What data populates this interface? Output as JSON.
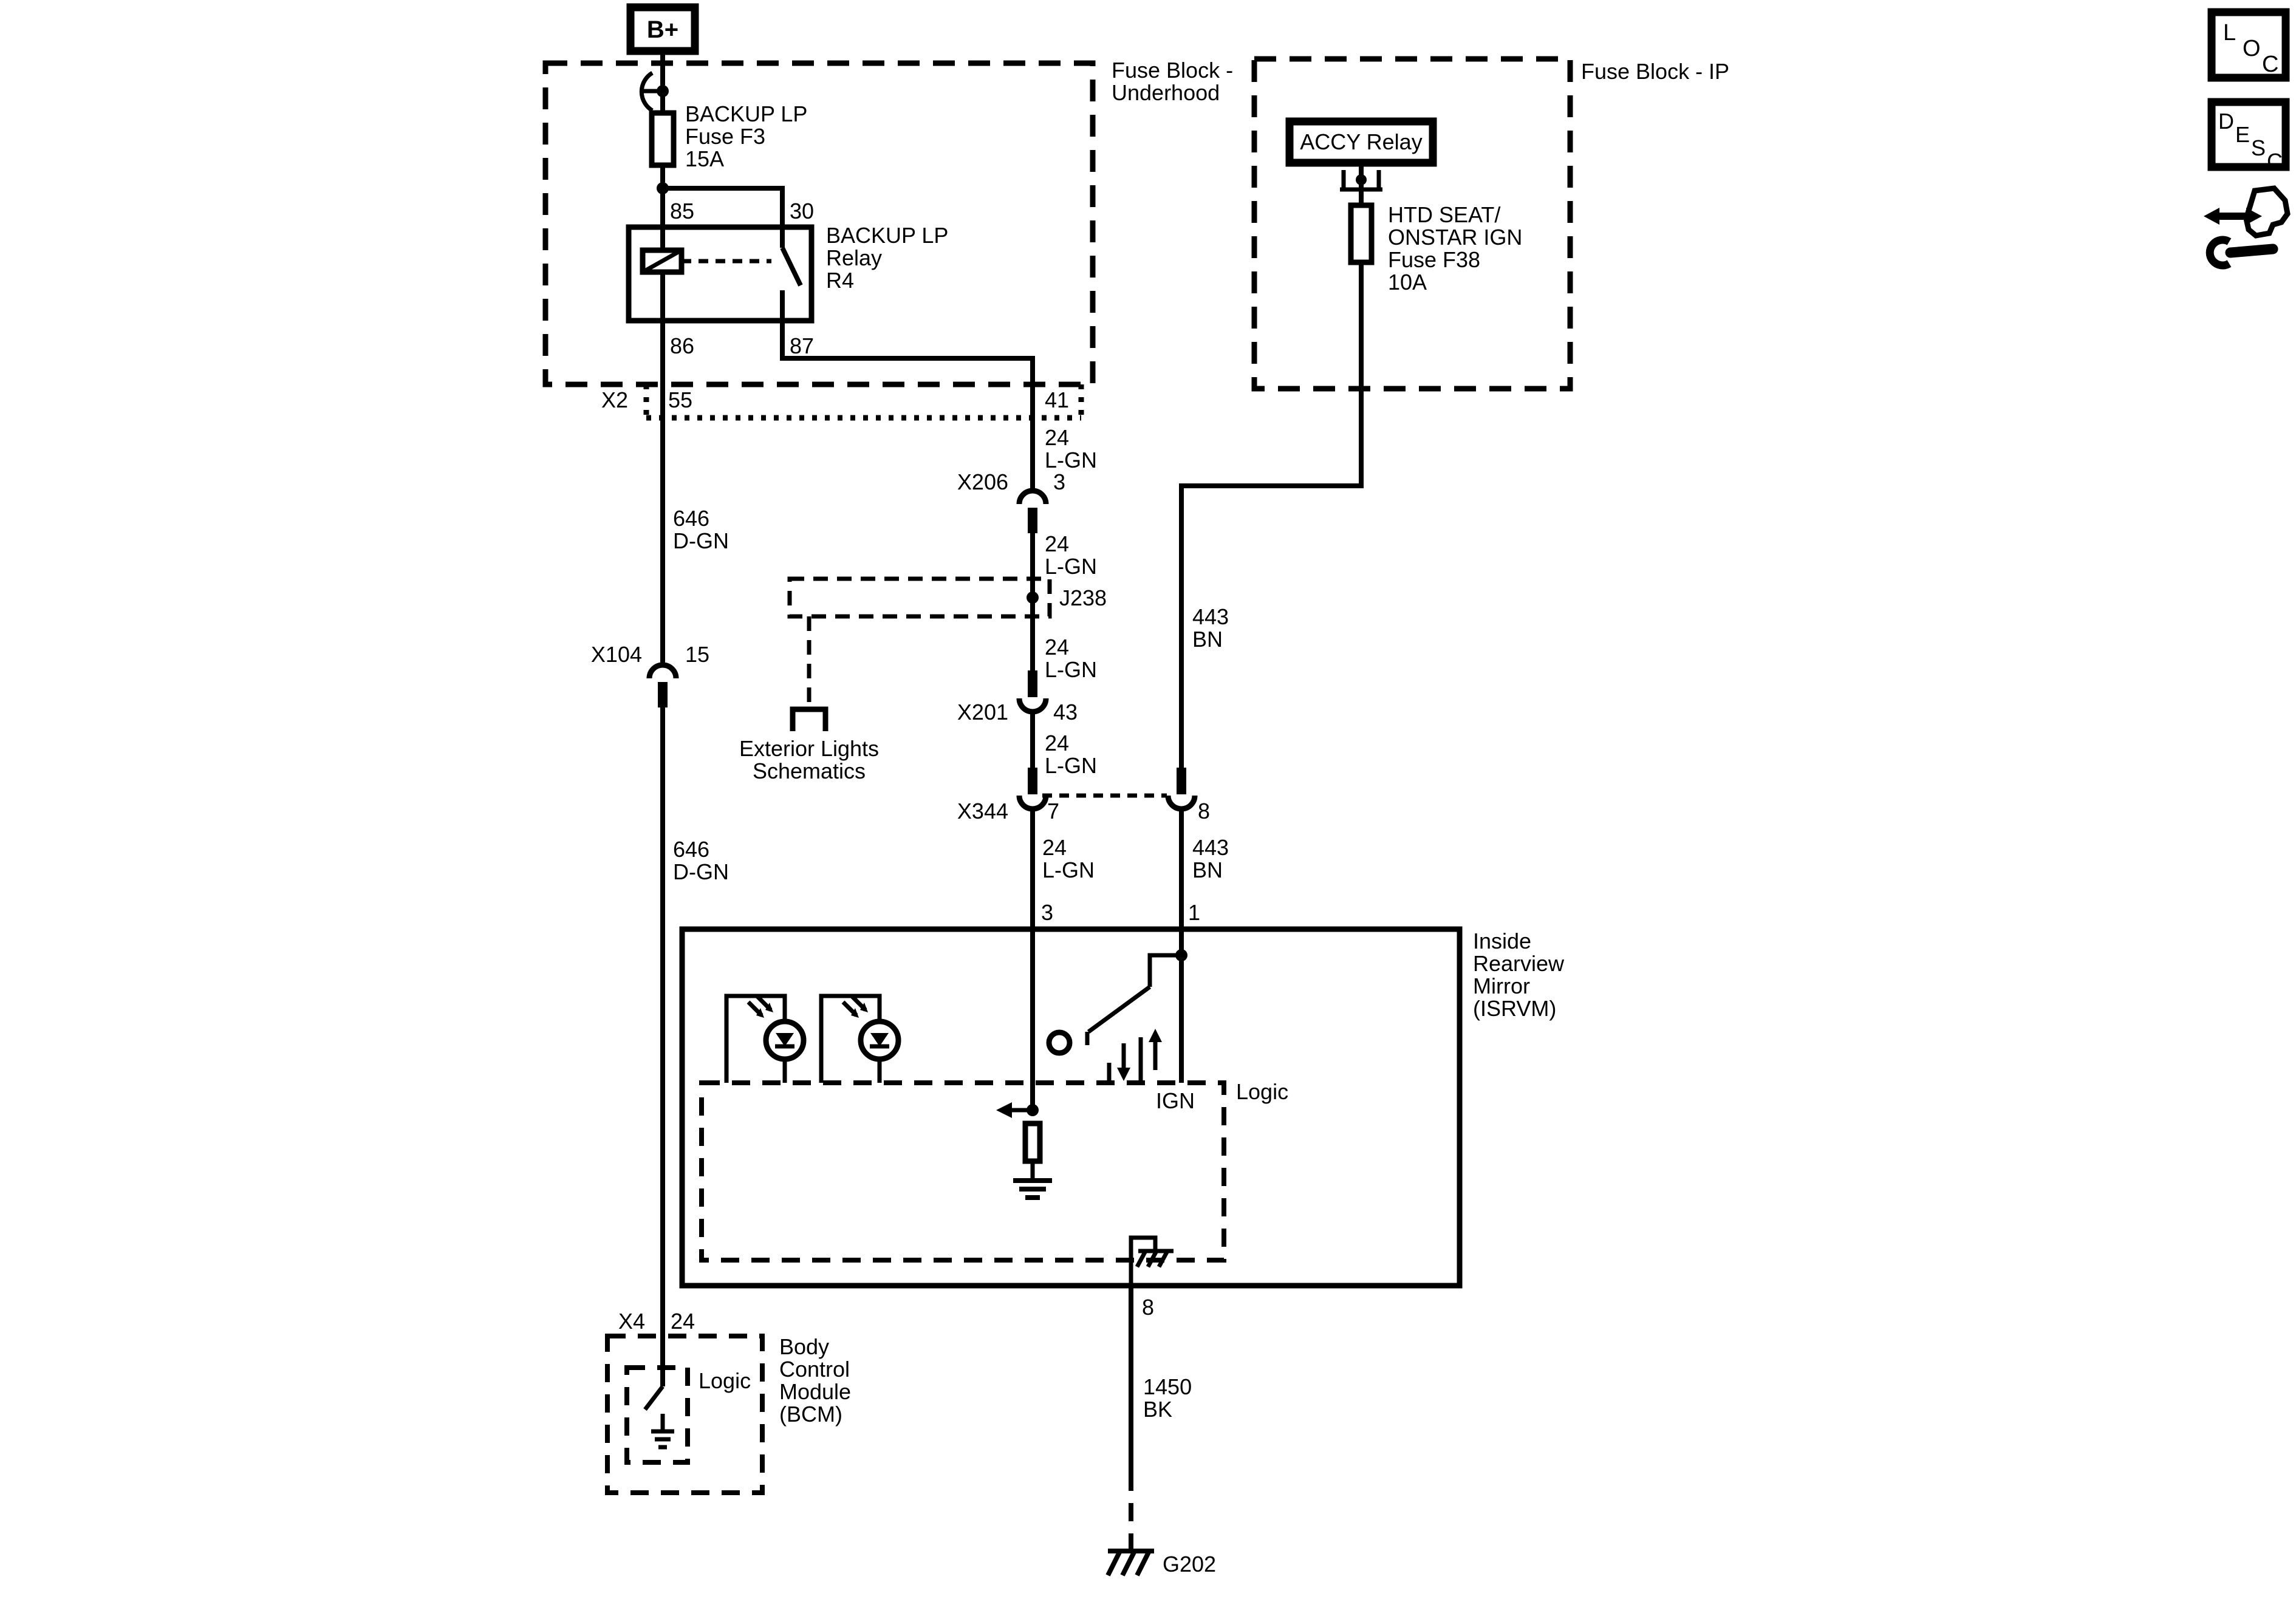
{
  "power": {
    "b_plus": "B+"
  },
  "blocks": {
    "underhood": {
      "title1": "Fuse Block -",
      "title2": "Underhood",
      "fuse1": "BACKUP LP",
      "fuse2": "Fuse F3",
      "fuse3": "15A",
      "relay1": "BACKUP LP",
      "relay2": "Relay",
      "relay3": "R4",
      "pin85": "85",
      "pin30": "30",
      "pin86": "86",
      "pin87": "87",
      "x2": "X2",
      "pin55": "55",
      "pin41": "41"
    },
    "ip": {
      "title": "Fuse Block - IP",
      "accy": "ACCY Relay",
      "fuse1": "HTD SEAT/",
      "fuse2": "ONSTAR IGN",
      "fuse3": "Fuse F38",
      "fuse4": "10A"
    }
  },
  "wires": {
    "w646a": {
      "num": "646",
      "color": "D-GN"
    },
    "w646b": {
      "num": "646",
      "color": "D-GN"
    },
    "w24a": {
      "num": "24",
      "color": "L-GN"
    },
    "w24b": {
      "num": "24",
      "color": "L-GN"
    },
    "w24c": {
      "num": "24",
      "color": "L-GN"
    },
    "w24d": {
      "num": "24",
      "color": "L-GN"
    },
    "w24e": {
      "num": "24",
      "color": "L-GN"
    },
    "w443a": {
      "num": "443",
      "color": "BN"
    },
    "w443b": {
      "num": "443",
      "color": "BN"
    },
    "w1450": {
      "num": "1450",
      "color": "BK"
    }
  },
  "connectors": {
    "x206": {
      "name": "X206",
      "pin": "3"
    },
    "j238": "J238",
    "x104": {
      "name": "X104",
      "pin": "15"
    },
    "x201": {
      "name": "X201",
      "pin": "43"
    },
    "x344": {
      "name": "X344",
      "pin7": "7",
      "pin8": "8"
    }
  },
  "offpage": {
    "line1": "Exterior Lights",
    "line2": "Schematics"
  },
  "isrvm": {
    "title1": "Inside",
    "title2": "Rearview",
    "title3": "Mirror",
    "title4": "(ISRVM)",
    "pin3": "3",
    "pin1": "1",
    "ign": "IGN",
    "logic": "Logic",
    "pin8": "8"
  },
  "bcm": {
    "x4": "X4",
    "pin24": "24",
    "logic": "Logic",
    "title1": "Body",
    "title2": "Control",
    "title3": "Module",
    "title4": "(BCM)"
  },
  "grounds": {
    "g202": "G202"
  },
  "toolbar": {
    "loc": {
      "l": "L",
      "o": "O",
      "c": "C"
    },
    "desc": {
      "d": "D",
      "e": "E",
      "s": "S",
      "c": "C"
    }
  }
}
